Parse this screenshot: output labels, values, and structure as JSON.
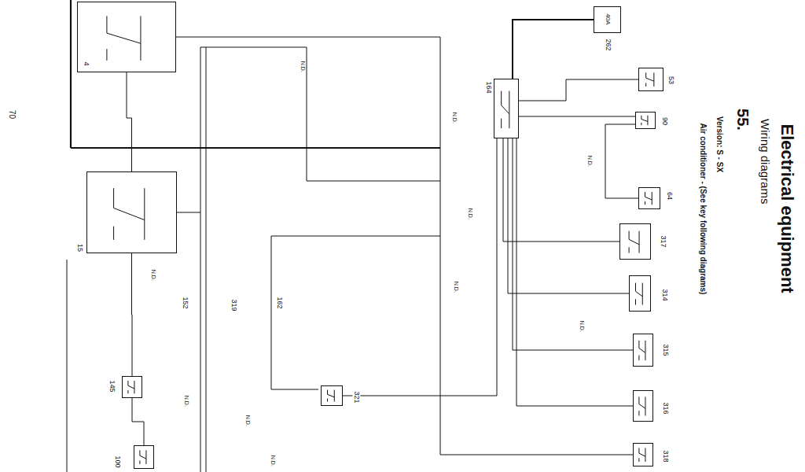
{
  "diagram": {
    "title": "Electrical equipment",
    "nodes": [
      {
        "text": [
          "40A",
          "262"
        ]
      },
      {
        "text": [
          "53"
        ]
      },
      {
        "text": [
          "164"
        ]
      },
      {
        "text": [
          "90"
        ]
      },
      {
        "text": [
          "64"
        ]
      },
      {
        "text": [
          "317"
        ]
      },
      {
        "text": [
          "314"
        ]
      },
      {
        "text": [
          "315"
        ]
      },
      {
        "text": [
          "316"
        ]
      },
      {
        "text": [
          "318"
        ]
      },
      {
        "text": [
          "4"
        ]
      },
      {
        "text": [
          "15"
        ]
      },
      {
        "text": [
          "321"
        ]
      },
      {
        "text": [
          "145"
        ]
      },
      {
        "text": [
          "100"
        ]
      }
    ],
    "edges": [
      {
        "from": 0,
        "to": 2,
        "arrow": "none"
      },
      {
        "from": 1,
        "to": 2,
        "arrow": "none"
      },
      {
        "from": 3,
        "to": 2,
        "arrow": "none"
      },
      {
        "from": 4,
        "to": 3,
        "arrow": "none"
      },
      {
        "from": 5,
        "to": 2,
        "arrow": "none"
      },
      {
        "from": 6,
        "to": 2,
        "arrow": "none"
      },
      {
        "from": 7,
        "to": 2,
        "arrow": "none"
      },
      {
        "from": 8,
        "to": 2,
        "arrow": "none"
      },
      {
        "from": 9,
        "to": 10,
        "arrow": "none"
      },
      {
        "from": 10,
        "to": 11,
        "arrow": "none"
      },
      {
        "from": 11,
        "to": 13,
        "arrow": "none"
      },
      {
        "from": 13,
        "to": 14,
        "arrow": "none"
      },
      {
        "from": 12,
        "to": 2,
        "arrow": "none"
      }
    ],
    "labels": [
      "Wiring diagrams",
      "55.",
      "Version: S - SX",
      "Air conditioner - (See key following diagrams)",
      "70",
      "152",
      "319",
      "162",
      "N.D.",
      "N.D.",
      "N.D.",
      "N.D.",
      "N.D.",
      "N.D.",
      "N.D.",
      "N.D.",
      "N.D.",
      "N.D."
    ]
  }
}
